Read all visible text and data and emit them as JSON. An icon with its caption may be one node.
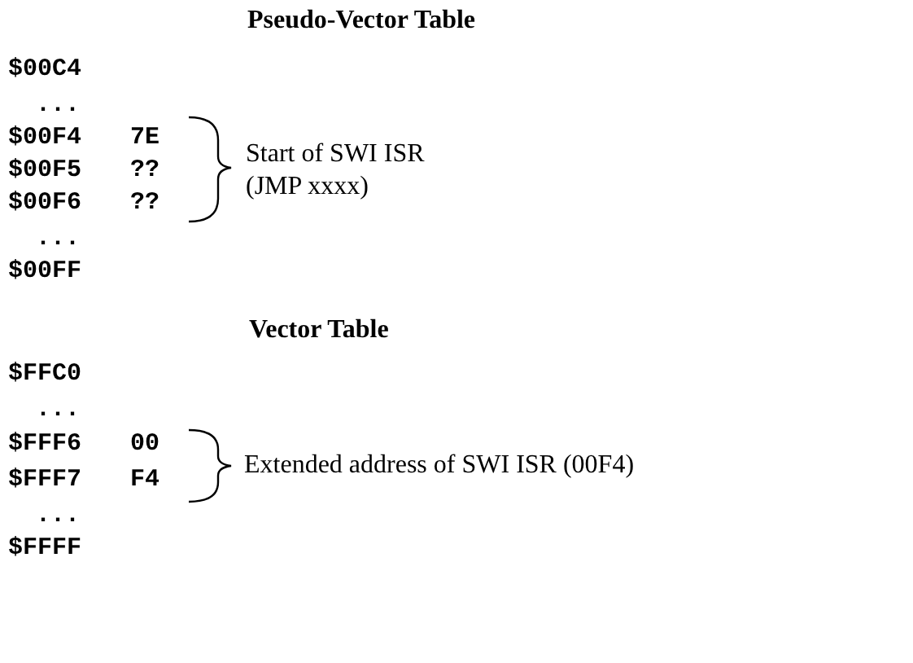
{
  "diagram": {
    "labels": [
      "Pseudo-Vector Table",
      "$00C4",
      "...",
      "$00F4",
      "7E",
      "Start of SWI ISR",
      "$00F5",
      "??",
      "(JMP xxxx)",
      "$00F6",
      "??",
      "...",
      "$00FF",
      "Vector Table",
      "$FFC0",
      "...",
      "$FFF6",
      "00",
      "Extended address of SWI ISR (00F4)",
      "$FFF7",
      "F4",
      "...",
      "$FFFF"
    ]
  }
}
